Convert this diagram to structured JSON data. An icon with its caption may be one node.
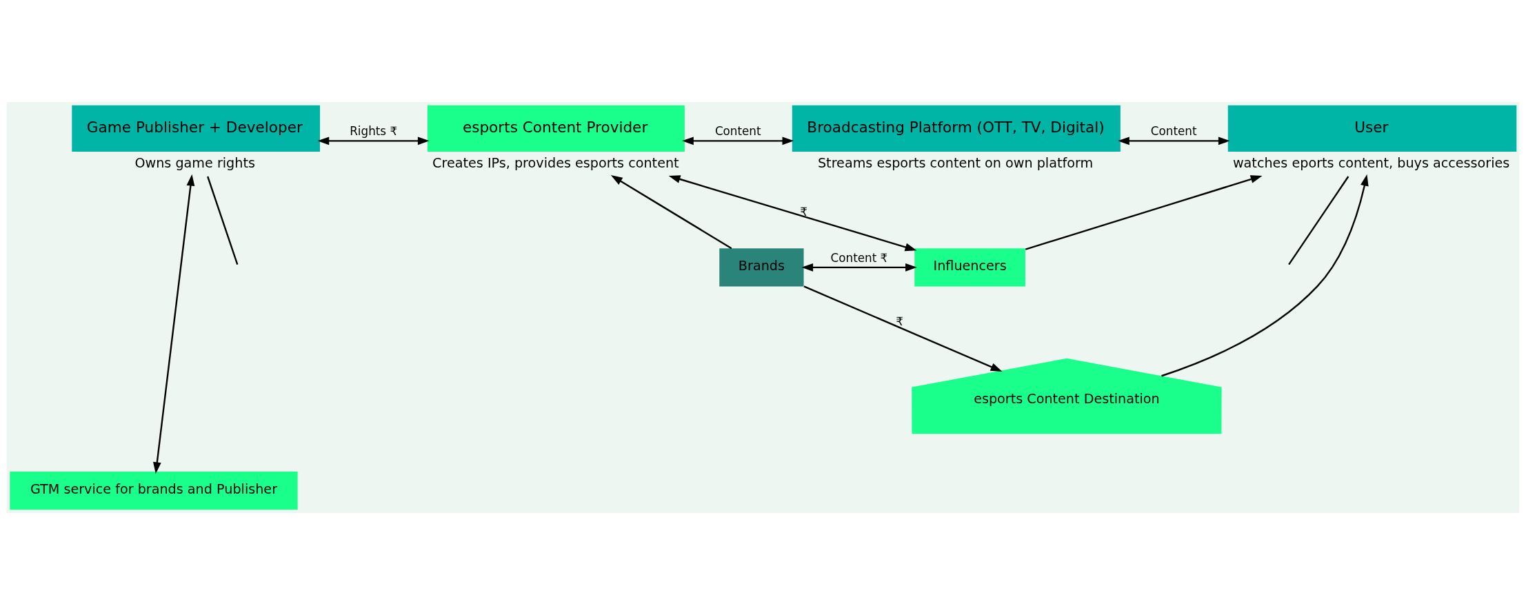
{
  "diagram": {
    "nodes": [
      {
        "text": [
          "Game Publisher + Developer"
        ],
        "beside": [
          "Owns game rights"
        ]
      },
      {
        "text": [
          "esports Content Provider"
        ],
        "beside": [
          "Creates IPs, provides esports content"
        ]
      },
      {
        "text": [
          "Broadcasting Platform (OTT, TV, Digital)"
        ],
        "beside": [
          "Streams esports content on own platform"
        ]
      },
      {
        "text": [
          "User"
        ],
        "beside": [
          "watches eports content, buys accessories"
        ]
      },
      {
        "text": [
          "esports Content Destination"
        ]
      },
      {
        "text": [
          "Brands"
        ]
      },
      {
        "text": [
          "Influencers"
        ]
      },
      {
        "text": [
          "GTM service for brands and Publisher"
        ]
      }
    ],
    "edges": [
      {
        "from": 0,
        "to": 1,
        "arrow": "both",
        "label": "Rights ₹"
      },
      {
        "from": 1,
        "to": 2,
        "arrow": "both",
        "label": "Content"
      },
      {
        "from": 2,
        "to": 3,
        "arrow": "both",
        "label": "Content"
      },
      {
        "from": 1,
        "to": 6,
        "arrow": "both",
        "label": "₹"
      },
      {
        "from": 4,
        "to": 3,
        "arrow": "to"
      },
      {
        "from": 6,
        "to": 3,
        "arrow": "to"
      },
      {
        "from": 5,
        "to": 1,
        "arrow": "to"
      },
      {
        "from": 5,
        "to": 4,
        "arrow": "to",
        "label": "₹"
      },
      {
        "from": 5,
        "to": 6,
        "arrow": "both",
        "label": "Content ₹"
      },
      {
        "from": 7,
        "to": 0,
        "arrow": "both"
      },
      {
        "from": 0,
        "to": null,
        "arrow": "none"
      },
      {
        "from": 3,
        "to": null,
        "arrow": "none"
      }
    ]
  }
}
